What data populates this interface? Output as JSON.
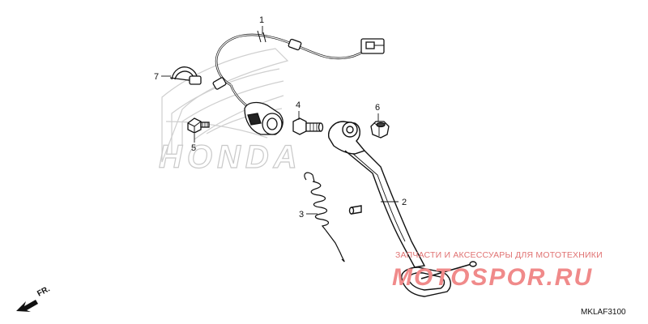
{
  "diagram": {
    "parts": [
      {
        "num": "1",
        "part": "wire-harness"
      },
      {
        "num": "2",
        "part": "side-stand"
      },
      {
        "num": "3",
        "part": "spring"
      },
      {
        "num": "4",
        "part": "pivot-bolt"
      },
      {
        "num": "5",
        "part": "bolt"
      },
      {
        "num": "6",
        "part": "nut"
      },
      {
        "num": "7",
        "part": "band"
      }
    ],
    "logo_text": "HONDA",
    "direction_label": "FR.",
    "diagram_code": "MKLAF3100"
  },
  "watermark": {
    "caption": "ЗАПЧАСТИ И АКСЕССУАРЫ ДЛЯ МОТОТЕХНИКИ",
    "brand": "MOTOSPOR.RU",
    "color": "#e35d5d"
  }
}
